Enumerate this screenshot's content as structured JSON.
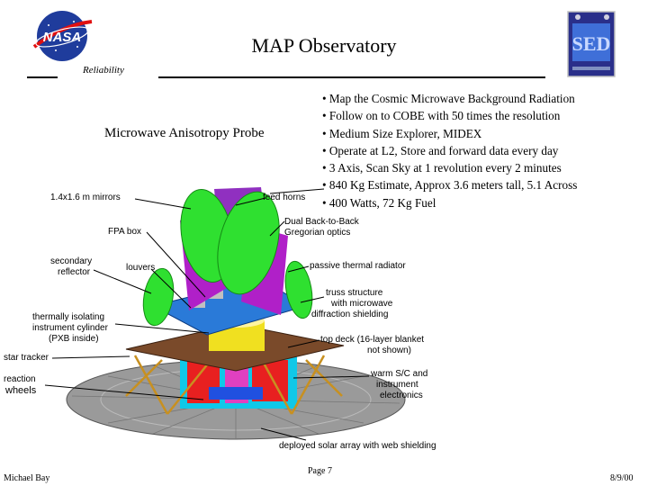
{
  "header": {
    "title": "MAP Observatory",
    "section": "Reliability",
    "logo_left": "NASA",
    "logo_right": "SED"
  },
  "subtitle": "Microwave Anisotropy Probe",
  "bullets": [
    "• Map the Cosmic Microwave Background Radiation",
    "• Follow on to COBE with 50 times the resolution",
    "• Medium Size Explorer, MIDEX",
    "• Operate at L2, Store and forward data every day",
    "• 3 Axis, Scan Sky at 1 revolution every 2 minutes",
    "• 840 Kg Estimate, Approx 3.6 meters tall, 5.1 Across",
    "• 400 Watts, 72 Kg Fuel"
  ],
  "diagram_labels": {
    "mirrors": "1.4x1.6 m mirrors",
    "feed_horns": "feed horns",
    "dual": "Dual Back-to-Back",
    "gregorian": "Gregorian optics",
    "fpa": "FPA box",
    "secondary1": "secondary",
    "secondary2": "reflector",
    "radiator": "passive thermal radiator",
    "louvers": "louvers",
    "truss1": "truss structure",
    "truss2": "with microwave",
    "truss3": "diffraction shielding",
    "thermal1": "thermally isolating",
    "thermal2": "instrument cylinder",
    "thermal3": "(PXB inside)",
    "topdeck1": "top deck (16-layer blanket",
    "topdeck2": "not shown)",
    "star": "star tracker",
    "warm1": "warm S/C and",
    "warm2": "instrument",
    "warm3": "electronics",
    "reaction1": "reaction",
    "reaction2": "wheels",
    "solar": "deployed solar array with web shielding"
  },
  "footer": {
    "author": "Michael Bay",
    "page": "Page 7",
    "date": "8/9/00"
  },
  "colors": {
    "mirror_green": "#2fe030",
    "support_purple": "#b020c8",
    "deck_brown": "#7a4a2a",
    "array_gray": "#9a9a9a",
    "cylinder_yellow": "#f0e020",
    "bus_red": "#e82020",
    "bus_cyan": "#10c8e8"
  }
}
